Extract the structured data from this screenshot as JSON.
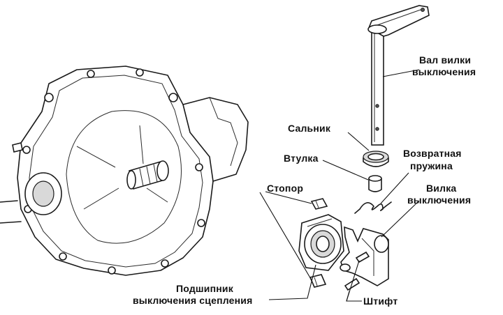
{
  "labels": {
    "shaft_line1": "Вал вилки",
    "shaft_line2": "выключения",
    "oil_seal": "Сальник",
    "bushing": "Втулка",
    "return_spring_line1": "Возвратная",
    "return_spring_line2": "пружина",
    "retainer": "Стопор",
    "fork_line1": "Вилка",
    "fork_line2": "выключения",
    "bearing_line1": "Подшипник",
    "bearing_line2": "выключения сцепления",
    "pin": "Штифт"
  }
}
